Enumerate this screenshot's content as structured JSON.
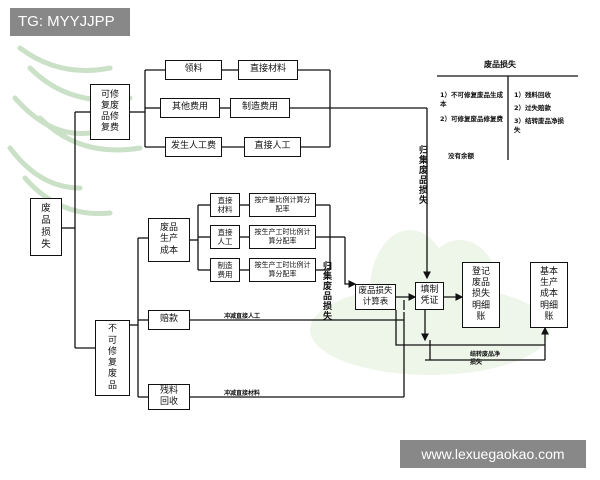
{
  "watermarks": {
    "top_left": "TG: MYYJJPP",
    "bottom_right": "www.lexuegaokao.com"
  },
  "nodes": {
    "waste_loss": "废品损失",
    "repairable_cost": "可修复废品修复费",
    "material_draw": "领料",
    "direct_material": "直接材料",
    "other_expenses": "其他费用",
    "manufacturing_overhead": "制造费用",
    "labor_incurred": "发生人工费",
    "direct_labor": "直接人工",
    "irreparable": "不可修复废品",
    "waste_production_cost": "废品生产成本",
    "dm_small": "直接材料",
    "dl_small": "直接人工",
    "mo_small": "制造费用",
    "alloc_by_qty": "按产量比例计算分配率",
    "alloc_by_hours_1": "按生产工时比例计算分配率",
    "alloc_by_hours_2": "按生产工时比例计算分配率",
    "compensation": "赔款",
    "scrap_recovery": "残料回收",
    "loss_calc_table": "废品损失计算表",
    "fill_voucher": "填制凭证",
    "register_detail": "登记废品损失明细账",
    "basic_cost_detail": "基本生产成本明细账"
  },
  "labels": {
    "collect_1": "归集废品损失",
    "collect_2": "归集废品损失",
    "offset_labor": "冲减直接人工",
    "offset_material": "冲减直接材料",
    "transfer_net": "结转废品净损失"
  },
  "t_account": {
    "title": "废品损失",
    "debit": [
      "1）不可修复废品生成本",
      "2）可修复废品修复费"
    ],
    "credit": [
      "1）残料回收",
      "2）过失赔款",
      "3）结转废品净损失"
    ],
    "balance": "没有余额"
  }
}
